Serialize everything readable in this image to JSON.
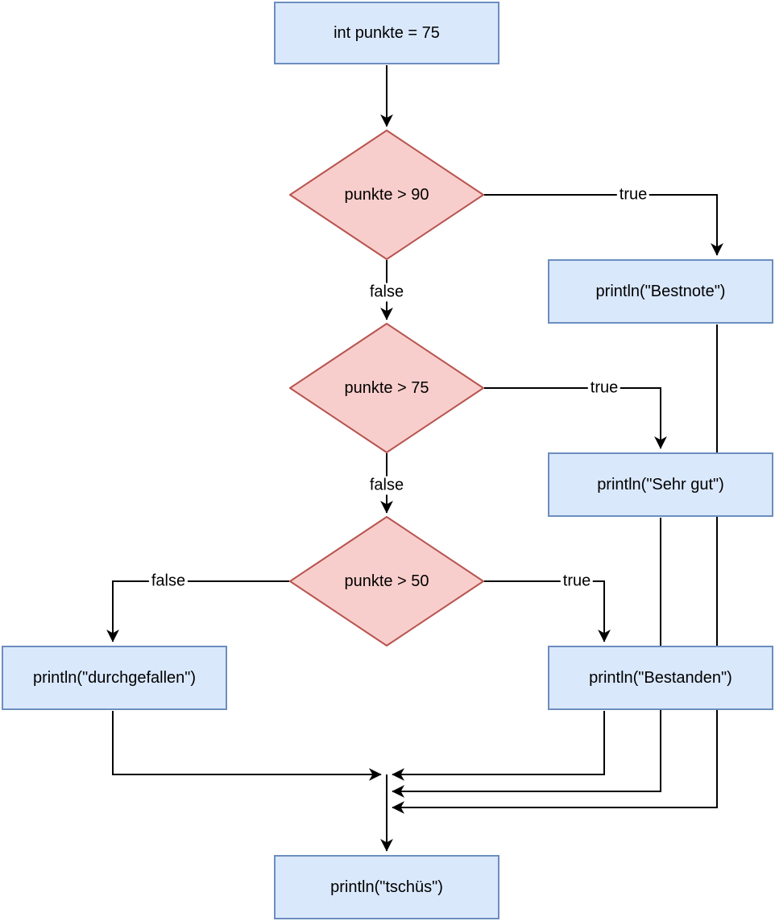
{
  "diagram": {
    "colors": {
      "background": "#ffffff",
      "process_fill": "#dae8fc",
      "process_stroke": "#6c8ebf",
      "decision_fill": "#f8cecc",
      "decision_stroke": "#b85450",
      "edge_stroke": "#000000",
      "text": "#000000"
    },
    "nodes": {
      "start": {
        "label": "int punkte = 75"
      },
      "decision_90": {
        "label": "punkte > 90"
      },
      "decision_75": {
        "label": "punkte > 75"
      },
      "decision_50": {
        "label": "punkte > 50"
      },
      "bestnote": {
        "label": "println(\"Bestnote\")"
      },
      "sehr_gut": {
        "label": "println(\"Sehr gut\")"
      },
      "bestanden": {
        "label": "println(\"Bestanden\")"
      },
      "durchgefallen": {
        "label": "println(\"durchgefallen\")"
      },
      "tschues": {
        "label": "println(\"tschüs\")"
      }
    },
    "edge_labels": {
      "d90_true": "true",
      "d90_false": "false",
      "d75_true": "true",
      "d75_false": "false",
      "d50_true": "true",
      "d50_false": "false"
    }
  }
}
